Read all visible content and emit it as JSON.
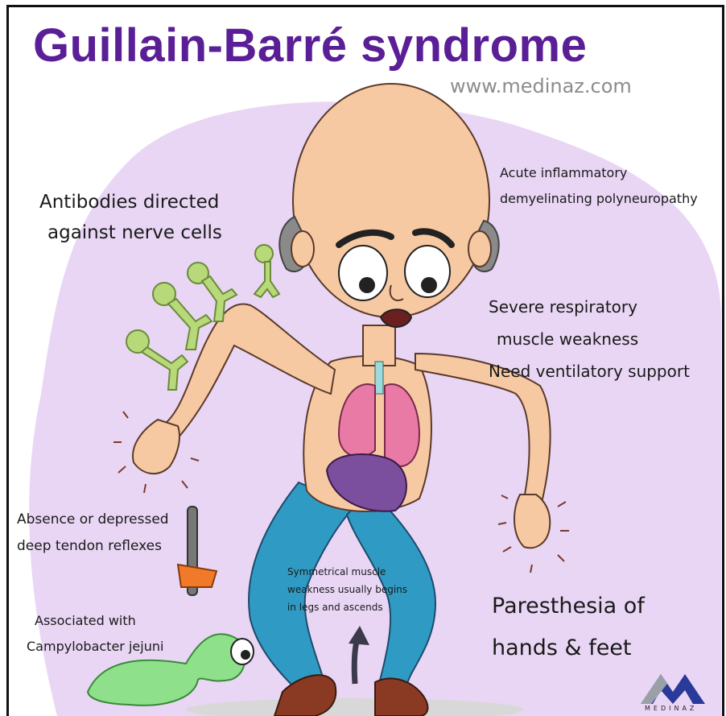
{
  "title": "Guillain-Barré syndrome",
  "website": "www.medinaz.com",
  "labels": {
    "antibodies": [
      "Antibodies directed",
      "against nerve cells"
    ],
    "aidp": [
      "Acute inflammatory",
      "demyelinating polyneuropathy"
    ],
    "respiratory": [
      "Severe respiratory",
      "muscle weakness",
      "Need ventilatory support"
    ],
    "reflexes": [
      "Absence or depressed",
      "deep tendon reflexes"
    ],
    "campylobacter": [
      "Associated with",
      "Campylobacter jejuni"
    ],
    "symmetrical": [
      "Symmetrical muscle",
      "weakness usually begins",
      "in legs and ascends"
    ],
    "paresthesia": [
      "Paresthesia of",
      "hands & feet"
    ]
  },
  "logo": {
    "text": "MEDINAZ"
  },
  "colors": {
    "title": "#5a1e96",
    "background_blob": "#e9d6f5",
    "skin": "#f7c9a3",
    "pants": "#2f9bc4",
    "shoes": "#8a3a22",
    "antibody": "#b8d97a",
    "worm": "#8fe08a",
    "lungs": "#e97aa6",
    "liver": "#7b4f9e"
  }
}
